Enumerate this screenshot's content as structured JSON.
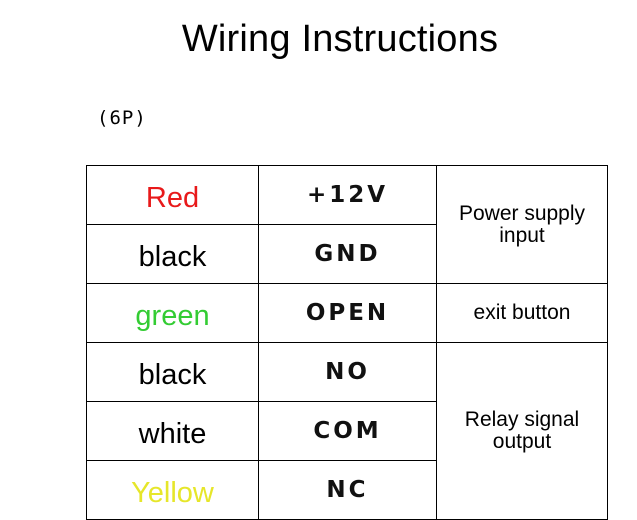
{
  "title": "Wiring Instructions",
  "subtitle": "(6P)",
  "rows": [
    {
      "wire": "Red",
      "pin": "+12V",
      "wire_color": "#e8191a"
    },
    {
      "wire": "black",
      "pin": "GND",
      "wire_color": "#000000"
    },
    {
      "wire": "green",
      "pin": "OPEN",
      "wire_color": "#33cc33"
    },
    {
      "wire": "black",
      "pin": "NO",
      "wire_color": "#000000"
    },
    {
      "wire": "white",
      "pin": "COM",
      "wire_color": "#000000"
    },
    {
      "wire": "Yellow",
      "pin": "NC",
      "wire_color": "#e6e62a"
    }
  ],
  "functions": {
    "power": {
      "line1": "Power supply",
      "line2": "input"
    },
    "exit": "exit button",
    "relay": {
      "line1": "Relay signal",
      "line2": "output"
    }
  }
}
